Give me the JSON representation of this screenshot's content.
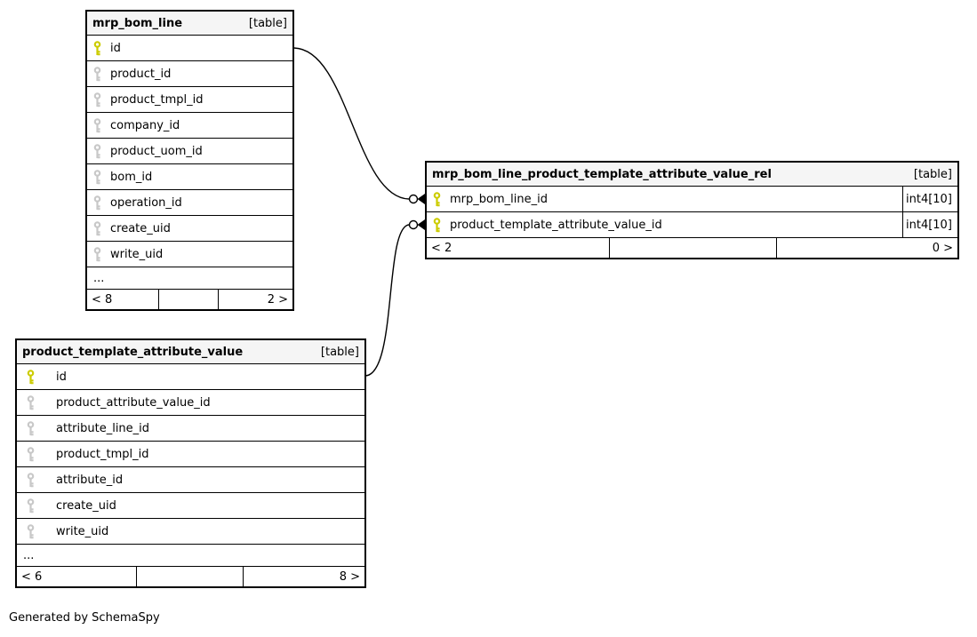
{
  "note": "Generated by SchemaSpy",
  "colors": {
    "primary_key_icon": "#cccc00",
    "foreign_key_icon": "#c8c8c8",
    "header_background": "#f5f5f5",
    "border": "#000000"
  },
  "tables": [
    {
      "name": "mrp_bom_line",
      "badge": "[table]",
      "columns": [
        {
          "name": "id",
          "key": "primary"
        },
        {
          "name": "product_id",
          "key": "foreign"
        },
        {
          "name": "product_tmpl_id",
          "key": "foreign"
        },
        {
          "name": "company_id",
          "key": "foreign"
        },
        {
          "name": "product_uom_id",
          "key": "foreign"
        },
        {
          "name": "bom_id",
          "key": "foreign"
        },
        {
          "name": "operation_id",
          "key": "foreign"
        },
        {
          "name": "create_uid",
          "key": "foreign"
        },
        {
          "name": "write_uid",
          "key": "foreign"
        }
      ],
      "ellipsis": "...",
      "footer_left": "< 8",
      "footer_right": "2 >"
    },
    {
      "name": "mrp_bom_line_product_template_attribute_value_rel",
      "badge": "[table]",
      "columns": [
        {
          "name": "mrp_bom_line_id",
          "key": "primary",
          "type": "int4[10]"
        },
        {
          "name": "product_template_attribute_value_id",
          "key": "primary",
          "type": "int4[10]"
        }
      ],
      "footer_left": "< 2",
      "footer_right": "0 >"
    },
    {
      "name": "product_template_attribute_value",
      "badge": "[table]",
      "columns": [
        {
          "name": "id",
          "key": "primary"
        },
        {
          "name": "product_attribute_value_id",
          "key": "foreign"
        },
        {
          "name": "attribute_line_id",
          "key": "foreign"
        },
        {
          "name": "product_tmpl_id",
          "key": "foreign"
        },
        {
          "name": "attribute_id",
          "key": "foreign"
        },
        {
          "name": "create_uid",
          "key": "foreign"
        },
        {
          "name": "write_uid",
          "key": "foreign"
        }
      ],
      "ellipsis": "...",
      "footer_left": "< 6",
      "footer_right": "8 >"
    }
  ],
  "relationships": [
    {
      "from_table": "mrp_bom_line",
      "from_column": "id",
      "to_table": "mrp_bom_line_product_template_attribute_value_rel",
      "to_column": "mrp_bom_line_id",
      "cardinality": "zero-or-many"
    },
    {
      "from_table": "product_template_attribute_value",
      "from_column": "id",
      "to_table": "mrp_bom_line_product_template_attribute_value_rel",
      "to_column": "product_template_attribute_value_id",
      "cardinality": "zero-or-many"
    }
  ]
}
